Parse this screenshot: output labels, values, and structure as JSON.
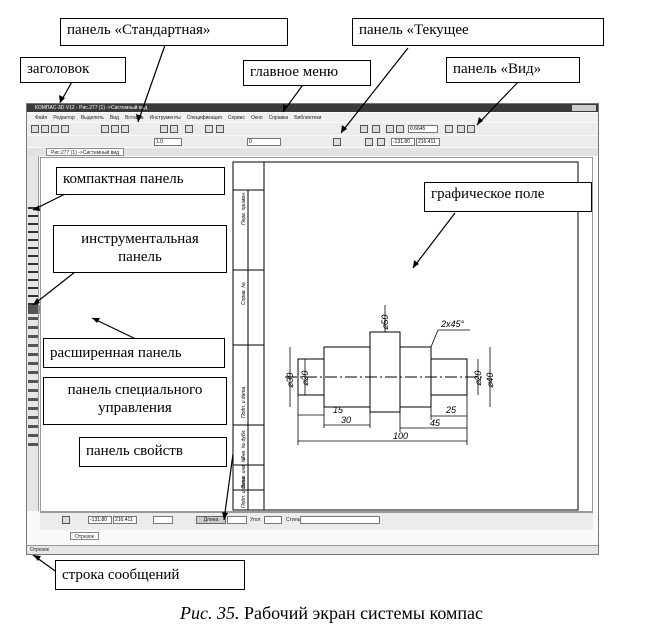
{
  "window": {
    "title": "КОМПАС-3D V12 - Рис.277 (1) ->Системный вид",
    "document_tab": "Рис.277 (1) ->Системный вид",
    "menu": [
      "Файл",
      "Редактор",
      "Выделить",
      "Вид",
      "Вставка",
      "Инструменты",
      "Спецификация",
      "Сервис",
      "Окно",
      "Справка",
      "Библиотеки"
    ],
    "toolbar": {
      "scale_value": "1.0",
      "layer_value": "0",
      "zoom_value": "0.6645",
      "coords": [
        "-131.80",
        "216.411"
      ]
    },
    "properties": {
      "coord_x": "-131.80",
      "coord_y": "216.411",
      "length_label": "Длина",
      "angle_label": "Угол",
      "style_label": "Стиль",
      "tab_label": "Отрезок"
    },
    "status_text": "Отрезок"
  },
  "drawing": {
    "side_labels": [
      "Перв. примен.",
      "Справ. №",
      "Подп. и дата",
      "Инв. № дубл.",
      "Взам. инв. №",
      "Подп. и дата"
    ],
    "dims": {
      "d50": "⌀50",
      "d30": "⌀30",
      "d20a": "⌀20",
      "d20b": "⌀20",
      "d40": "⌀40",
      "chamfer": "2x45°",
      "l15": "15",
      "l30": "30",
      "l25": "25",
      "l45": "45",
      "l100": "100"
    }
  },
  "callouts": {
    "standard_panel": "панель «Стандартная»",
    "current_panel": "панель «Текущее",
    "title": "заголовок",
    "main_menu": "главное  меню",
    "view_panel": "панель «Вид»",
    "compact_panel": "компактная панель",
    "graphic_field": "графическое  поле",
    "tool_panel": "инструментальная панель",
    "extended_panel": "расширенная панель",
    "special_panel": "панель специального управления",
    "properties_panel": "панель свойств",
    "message_line": "строка  сообщений"
  },
  "caption": {
    "fig": "Рис. 35.",
    "text": " Рабочий экран системы компас"
  }
}
